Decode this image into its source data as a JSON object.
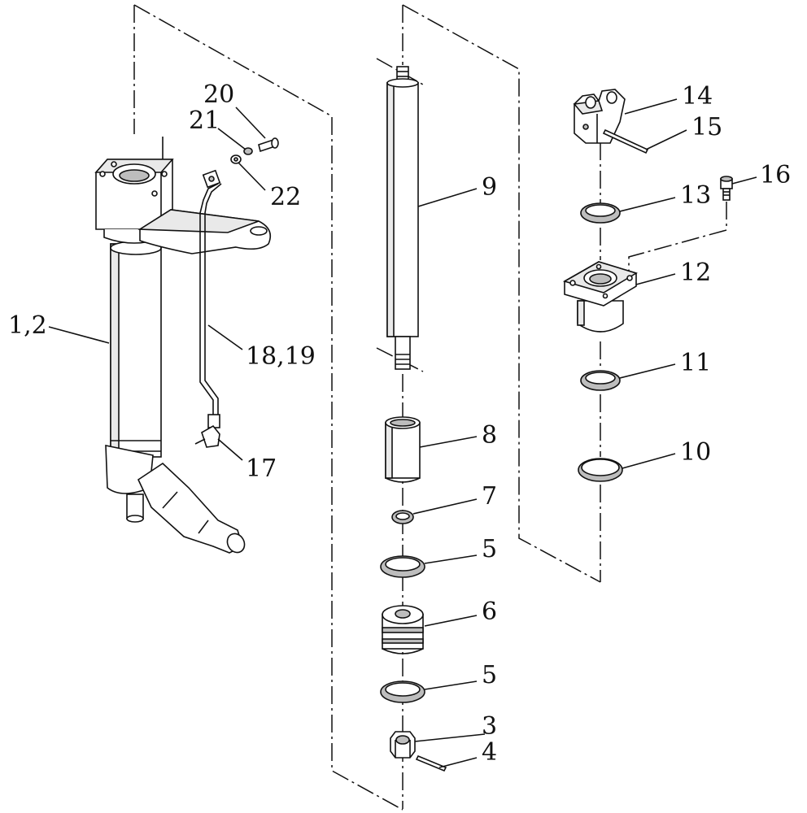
{
  "callouts": [
    {
      "id": "p1-2",
      "text": "1,2"
    },
    {
      "id": "p3",
      "text": "3"
    },
    {
      "id": "p4",
      "text": "4"
    },
    {
      "id": "p5a",
      "text": "5"
    },
    {
      "id": "p5b",
      "text": "5"
    },
    {
      "id": "p6",
      "text": "6"
    },
    {
      "id": "p7",
      "text": "7"
    },
    {
      "id": "p8",
      "text": "8"
    },
    {
      "id": "p9",
      "text": "9"
    },
    {
      "id": "p10",
      "text": "10"
    },
    {
      "id": "p11",
      "text": "11"
    },
    {
      "id": "p12",
      "text": "12"
    },
    {
      "id": "p13",
      "text": "13"
    },
    {
      "id": "p14",
      "text": "14"
    },
    {
      "id": "p15",
      "text": "15"
    },
    {
      "id": "p16",
      "text": "16"
    },
    {
      "id": "p17",
      "text": "17"
    },
    {
      "id": "p18-19",
      "text": "18,19"
    },
    {
      "id": "p20",
      "text": "20"
    },
    {
      "id": "p21",
      "text": "21"
    },
    {
      "id": "p22",
      "text": "22"
    }
  ]
}
